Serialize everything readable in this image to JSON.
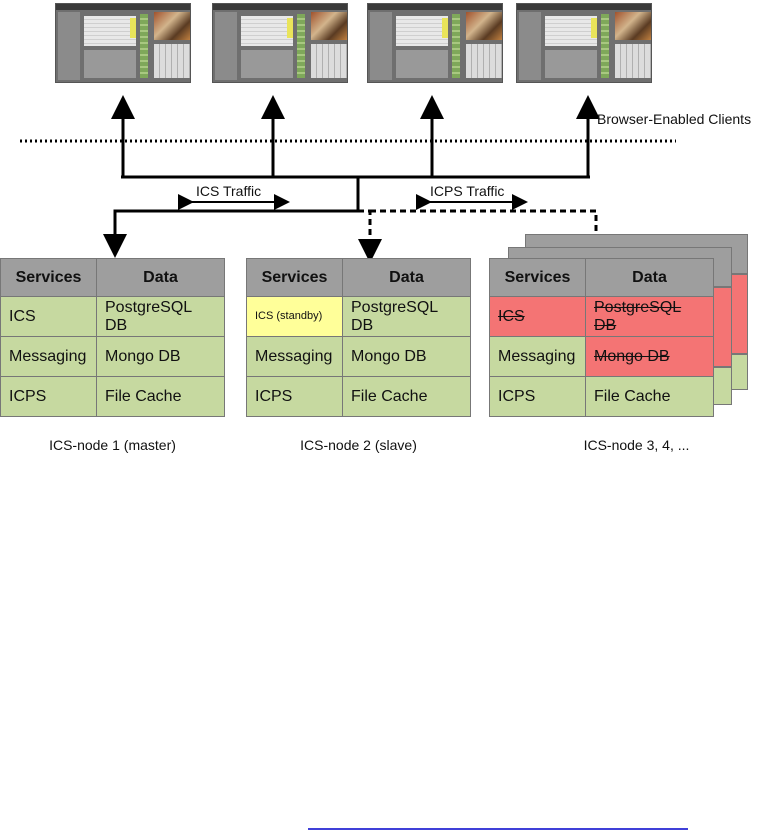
{
  "clients_label": "Browser-Enabled Clients",
  "traffic": {
    "ics": "ICS Traffic",
    "icps": "ICPS Traffic"
  },
  "client_screens": [
    {
      "icon": "app-screenshot"
    },
    {
      "icon": "app-screenshot"
    },
    {
      "icon": "app-screenshot"
    },
    {
      "icon": "app-screenshot"
    }
  ],
  "nodes": [
    {
      "caption": "ICS-node 1 (master)",
      "headers": [
        "Services",
        "Data"
      ],
      "rows": [
        {
          "service": "ICS",
          "data": "PostgreSQL DB"
        },
        {
          "service": "Messaging",
          "data": "Mongo DB"
        },
        {
          "service": "ICPS",
          "data": "File Cache"
        }
      ]
    },
    {
      "caption": "ICS-node 2 (slave)",
      "headers": [
        "Services",
        "Data"
      ],
      "rows": [
        {
          "service": "ICS (standby)",
          "data": "PostgreSQL DB"
        },
        {
          "service": "Messaging",
          "data": "Mongo DB"
        },
        {
          "service": "ICPS",
          "data": "File Cache"
        }
      ]
    },
    {
      "caption": "ICS-node 3, 4, ...",
      "headers": [
        "Services",
        "Data"
      ],
      "rows": [
        {
          "service": "ICS",
          "data": "PostgreSQL DB"
        },
        {
          "service": "Messaging",
          "data": "Mongo DB"
        },
        {
          "service": "ICPS",
          "data": "File Cache"
        }
      ]
    }
  ],
  "colors": {
    "header_gray": "#9e9e9e",
    "active_green": "#c6d9a0",
    "standby_yellow": "#ffff99",
    "disabled_red": "#f47474",
    "link_blue": "#0000cc"
  }
}
